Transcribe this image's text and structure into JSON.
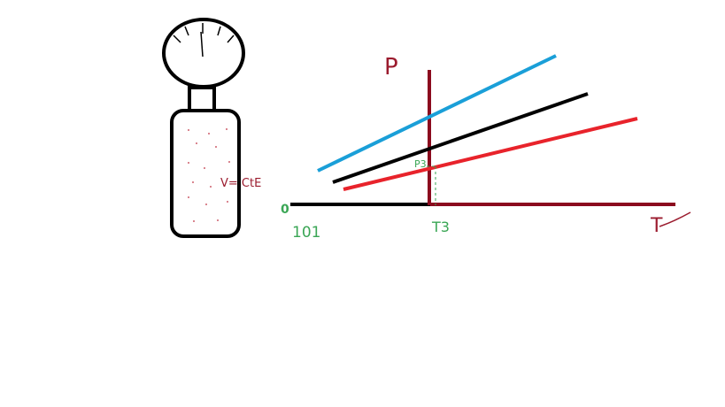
{
  "labels": {
    "volume_note": "V= CtE",
    "p_axis": "P",
    "t_axis": "T",
    "origin": "0",
    "origin_value": "101",
    "t_mark": "T3",
    "p_mark": "P3"
  },
  "colors": {
    "blue_line": "#1a9fd8",
    "black_line": "#000000",
    "red_line": "#e8232b",
    "axis": "#8b0a1e",
    "annotation_green": "#3aa655",
    "label_maroon": "#9b1b2e",
    "cylinder_dots": "#c03040"
  },
  "icons": {
    "gauge": "pressure-gauge-icon",
    "cylinder": "gas-cylinder-icon"
  }
}
